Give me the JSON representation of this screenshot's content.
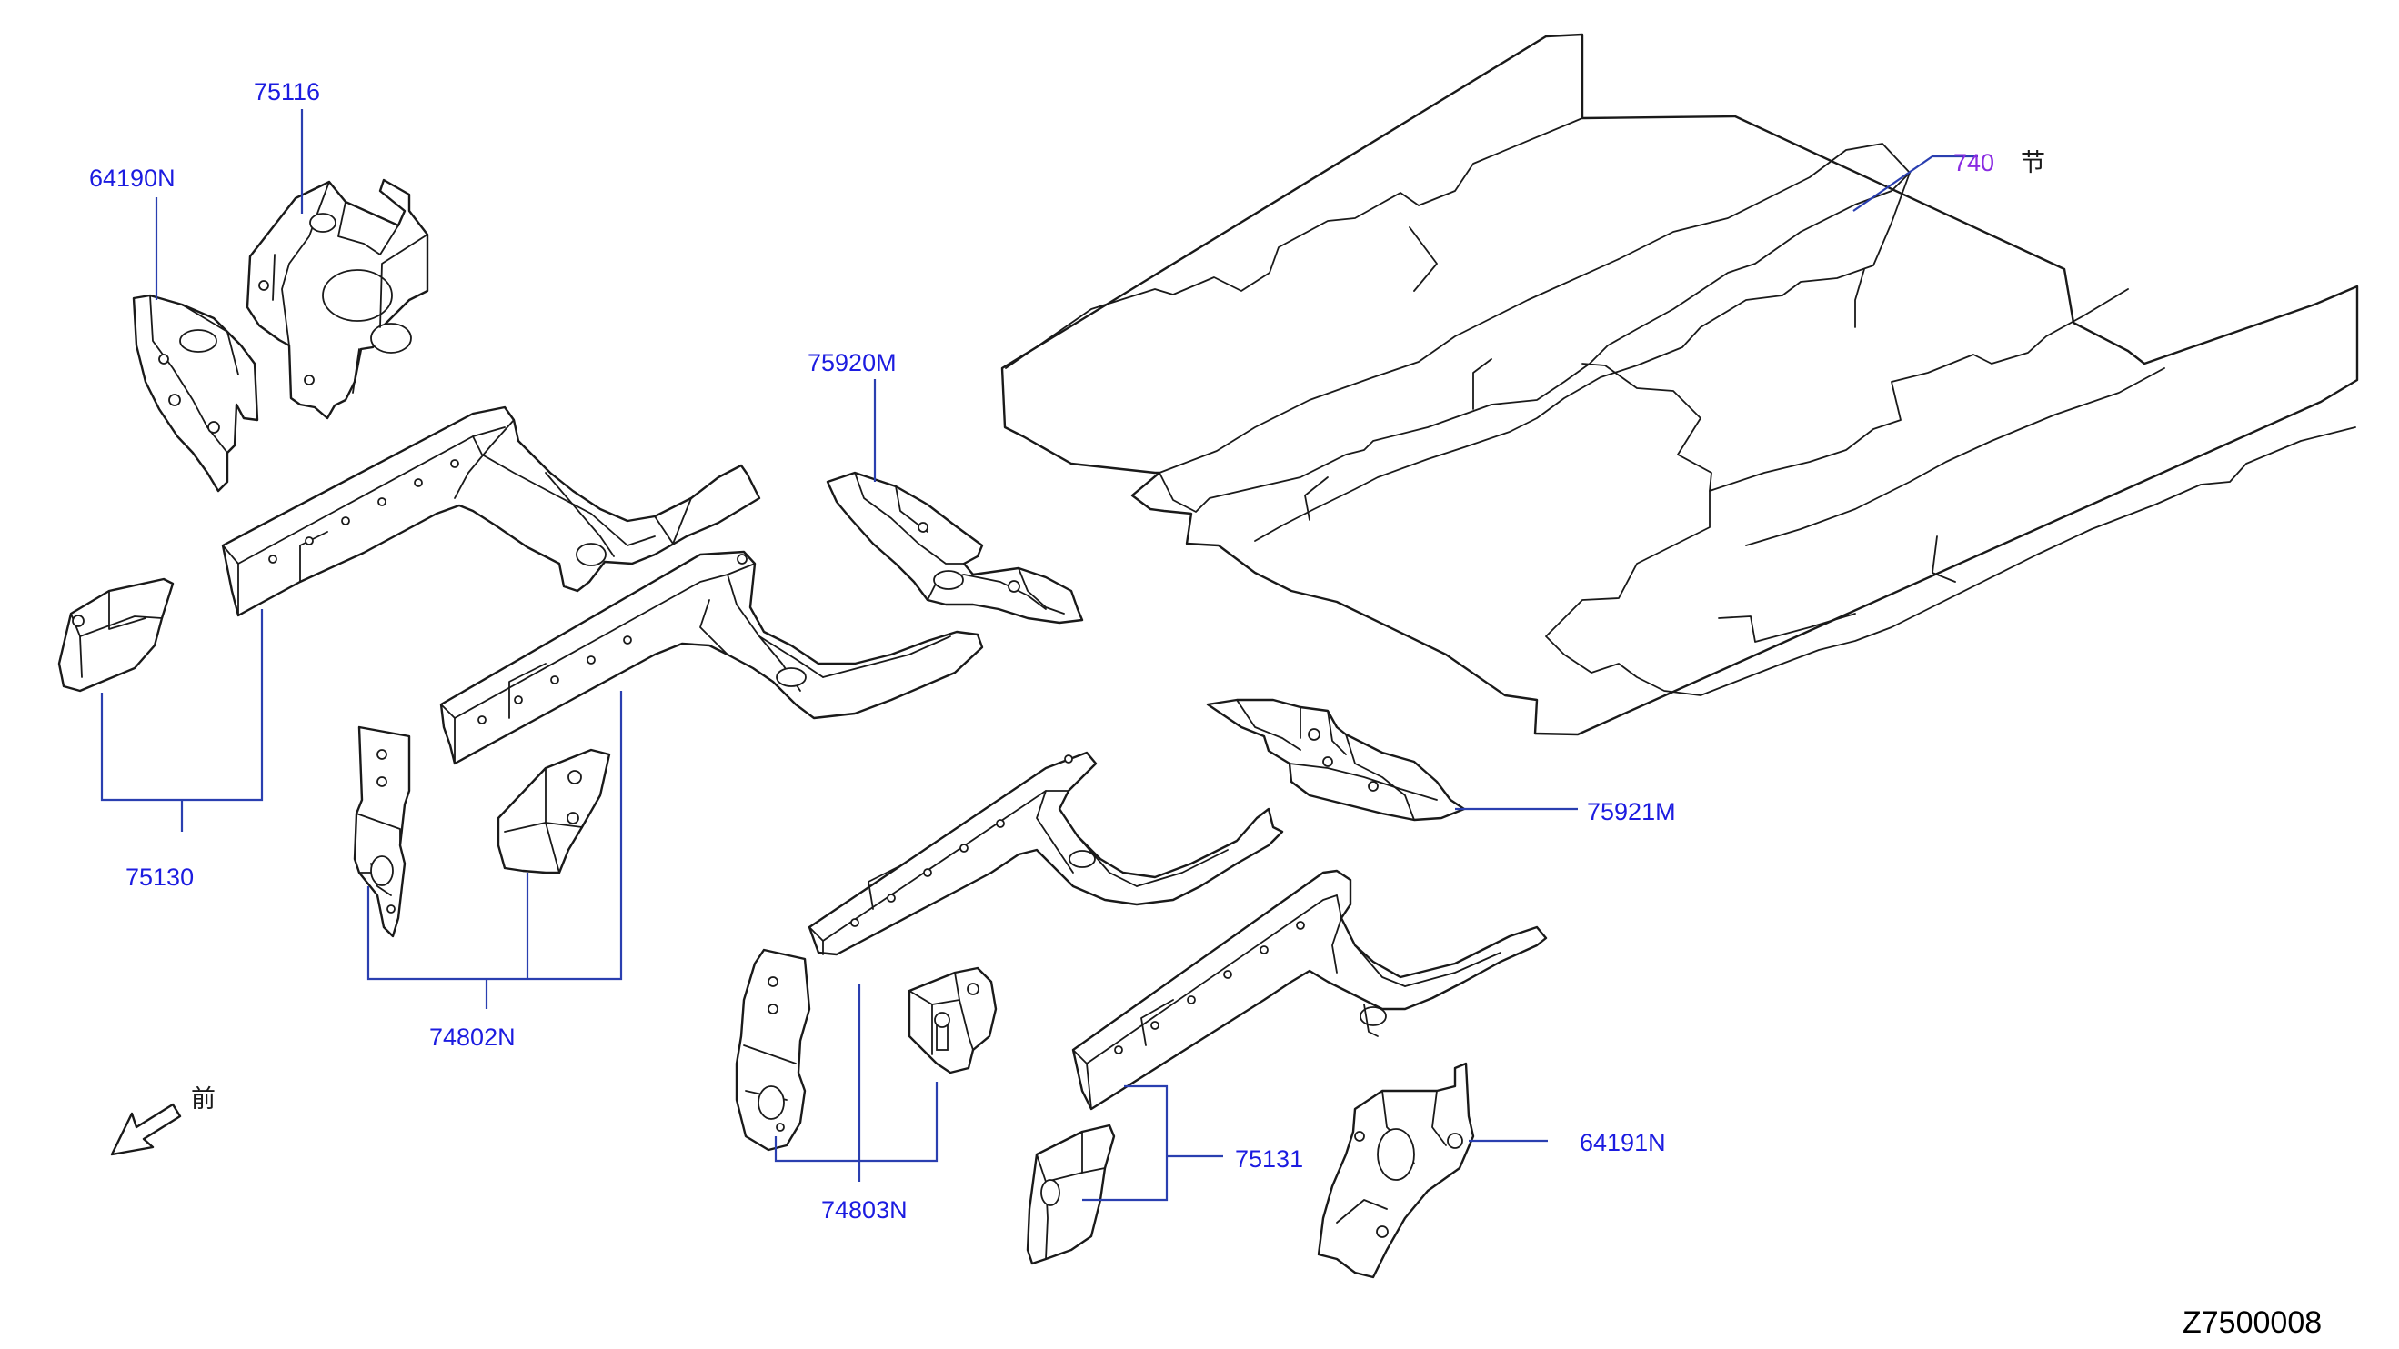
{
  "diagram": {
    "drawing_code": "Z7500008",
    "front_mark": "前",
    "labels": {
      "p75116": "75116",
      "p64190N": "64190N",
      "p75920M": "75920M",
      "p740": "740",
      "p740_mark": "节",
      "p75921M": "75921M",
      "p75130": "75130",
      "p74802N": "74802N",
      "p74803N": "74803N",
      "p75131": "75131",
      "p64191N": "64191N"
    },
    "colors": {
      "label": "#1c1ce0",
      "highlight_label": "#8a2be2",
      "leader": "#2a3fb0",
      "line": "#1a1a1a"
    }
  }
}
